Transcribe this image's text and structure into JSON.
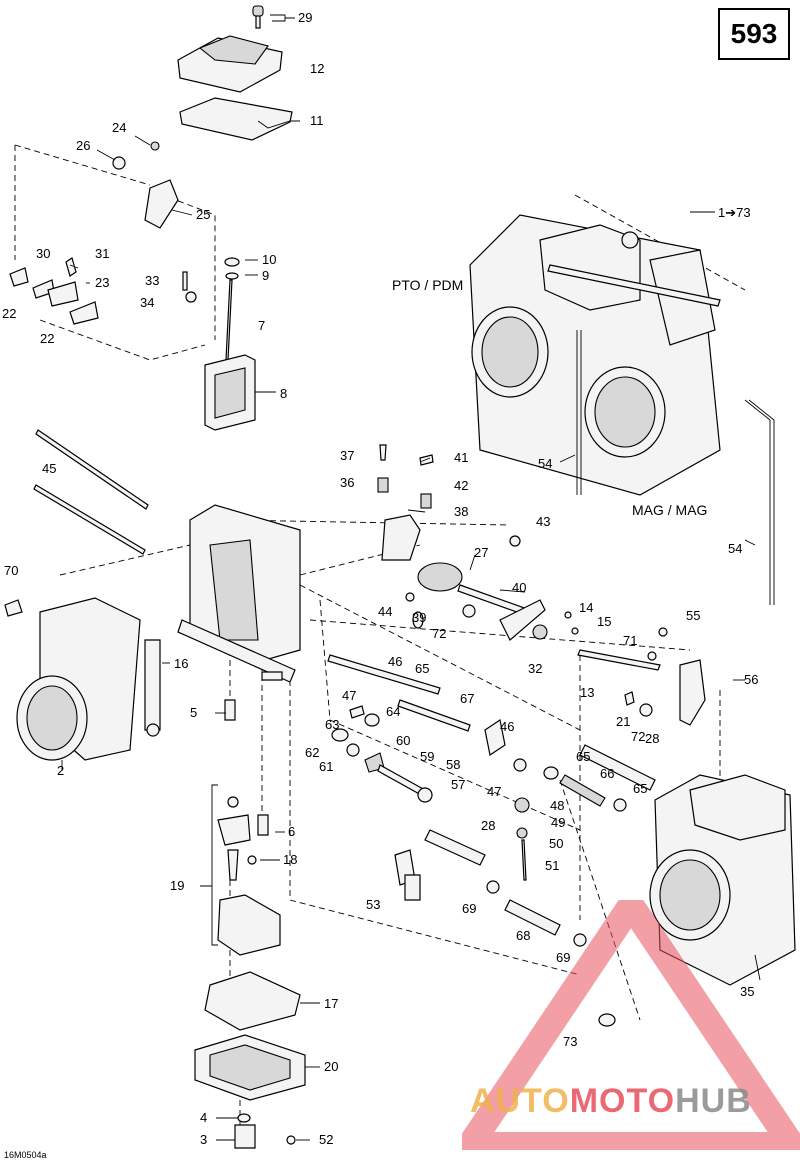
{
  "page_number": "593",
  "reference_code": "16M0504a",
  "region_labels": {
    "pto": "PTO / PDM",
    "mag": "MAG / MAG",
    "range": "1➔73"
  },
  "watermark": {
    "part1": "AUTO",
    "part2": "MOTO",
    "part3": "HUB",
    "colors": {
      "auto": "#f0b24a",
      "moto": "#e8505b",
      "hub": "#8a8a8a",
      "triangle": "#e8505b"
    }
  },
  "callouts": [
    "29",
    "12",
    "11",
    "24",
    "26",
    "25",
    "30",
    "31",
    "23",
    "22",
    "22",
    "33",
    "34",
    "10",
    "9",
    "7",
    "8",
    "37",
    "41",
    "36",
    "42",
    "38",
    "43",
    "45",
    "27",
    "40",
    "70",
    "16",
    "44",
    "39",
    "72",
    "14",
    "15",
    "71",
    "55",
    "46",
    "65",
    "32",
    "13",
    "56",
    "47",
    "64",
    "67",
    "21",
    "72",
    "28",
    "5",
    "63",
    "62",
    "46",
    "60",
    "59",
    "58",
    "57",
    "65",
    "61",
    "47",
    "66",
    "48",
    "65",
    "6",
    "18",
    "49",
    "50",
    "28",
    "51",
    "19",
    "53",
    "69",
    "68",
    "69",
    "35",
    "17",
    "20",
    "73",
    "4",
    "3",
    "52",
    "2",
    "54",
    "54"
  ]
}
